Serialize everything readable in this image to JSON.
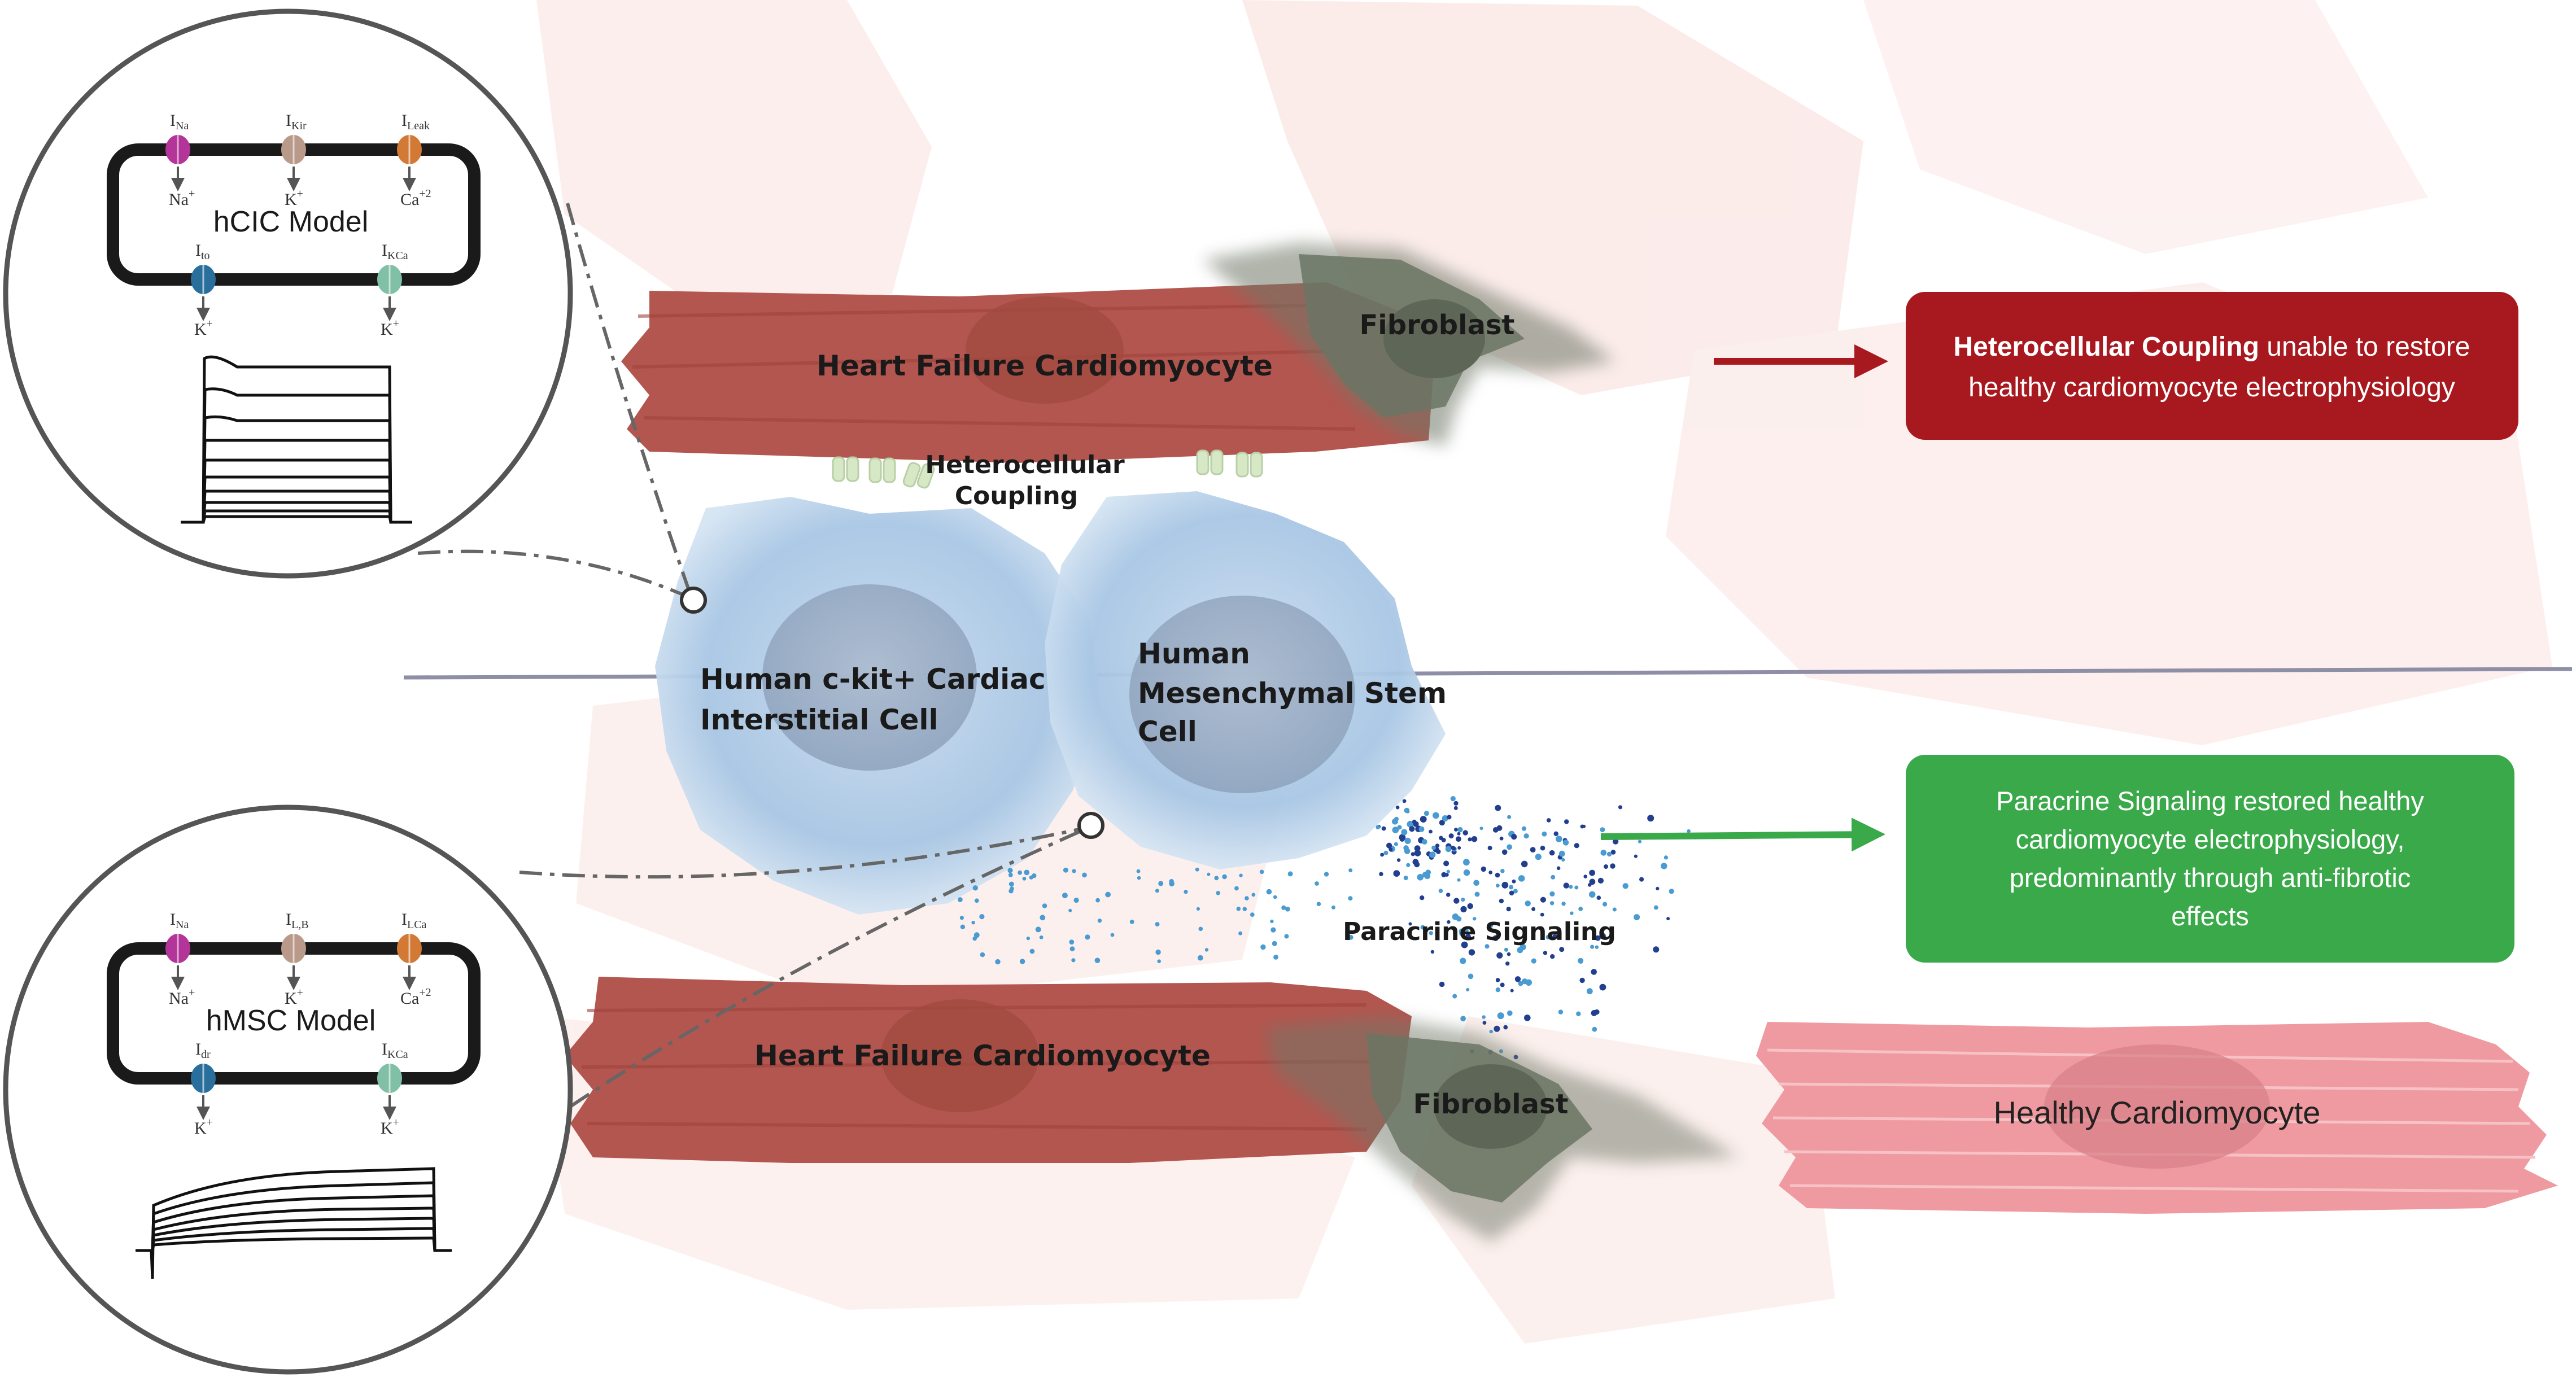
{
  "cells": {
    "hf_cardiomyocyte_top": "Heart Failure Cardiomyocyte",
    "hf_cardiomyocyte_bottom": "Heart Failure Cardiomyocyte",
    "fibroblast_top": "Fibroblast",
    "fibroblast_bottom": "Fibroblast",
    "hcic_line1": "Human c-kit+ Cardiac",
    "hcic_line2": "Interstitial Cell",
    "hmsc_line1": "Human",
    "hmsc_line2": "Mesenchymal Stem",
    "hmsc_line3": "Cell",
    "healthy_cardiomyocyte": "Healthy Cardiomyocyte"
  },
  "mechanisms": {
    "coupling_line1": "Heterocellular",
    "coupling_line2": "Coupling",
    "paracrine": "Paracrine Signaling"
  },
  "outcomes": {
    "coupling_bold": "Heterocellular Coupling",
    "coupling_rest": " unable to restore",
    "coupling_line2": "healthy cardiomyocyte electrophysiology",
    "paracrine_line1": "Paracrine Signaling restored healthy",
    "paracrine_line2": "cardiomyocyte electrophysiology,",
    "paracrine_line3": "predominantly through anti-fibrotic",
    "paracrine_line4": "effects"
  },
  "models": {
    "hcic": {
      "title": "hCIC Model",
      "top_currents": [
        {
          "current": "I",
          "sub": "Na",
          "ion": "Na",
          "sup": "+",
          "color": "#b4359a"
        },
        {
          "current": "I",
          "sub": "Kir",
          "ion": "K",
          "sup": "+",
          "color": "#b99a8a"
        },
        {
          "current": "I",
          "sub": "Leak",
          "ion": "Ca",
          "sup": "+2",
          "color": "#d27a35"
        }
      ],
      "bottom_currents": [
        {
          "current": "I",
          "sub": "to",
          "ion": "K",
          "sup": "+",
          "color": "#2a6f9c"
        },
        {
          "current": "I",
          "sub": "KCa",
          "ion": "K",
          "sup": "+",
          "color": "#7fc0a6"
        }
      ]
    },
    "hmsc": {
      "title": "hMSC Model",
      "top_currents": [
        {
          "current": "I",
          "sub": "Na",
          "ion": "Na",
          "sup": "+",
          "color": "#b4359a"
        },
        {
          "current": "I",
          "sub": "L,B",
          "ion": "K",
          "sup": "+",
          "color": "#b99a8a"
        },
        {
          "current": "I",
          "sub": "LCa",
          "ion": "Ca",
          "sup": "+2",
          "color": "#d27a35"
        }
      ],
      "bottom_currents": [
        {
          "current": "I",
          "sub": "dr",
          "ion": "K",
          "sup": "+",
          "color": "#2a6f9c"
        },
        {
          "current": "I",
          "sub": "KCa",
          "ion": "K",
          "sup": "+",
          "color": "#7fc0a6"
        }
      ]
    }
  },
  "colors": {
    "failure_red": "#a8191f",
    "success_green": "#3aa94a",
    "hf_muscle": "#b3564f",
    "healthy_muscle": "#ef9aa0",
    "stem_blue": "#a9c8e6",
    "fibroblast": "#6f7868"
  }
}
